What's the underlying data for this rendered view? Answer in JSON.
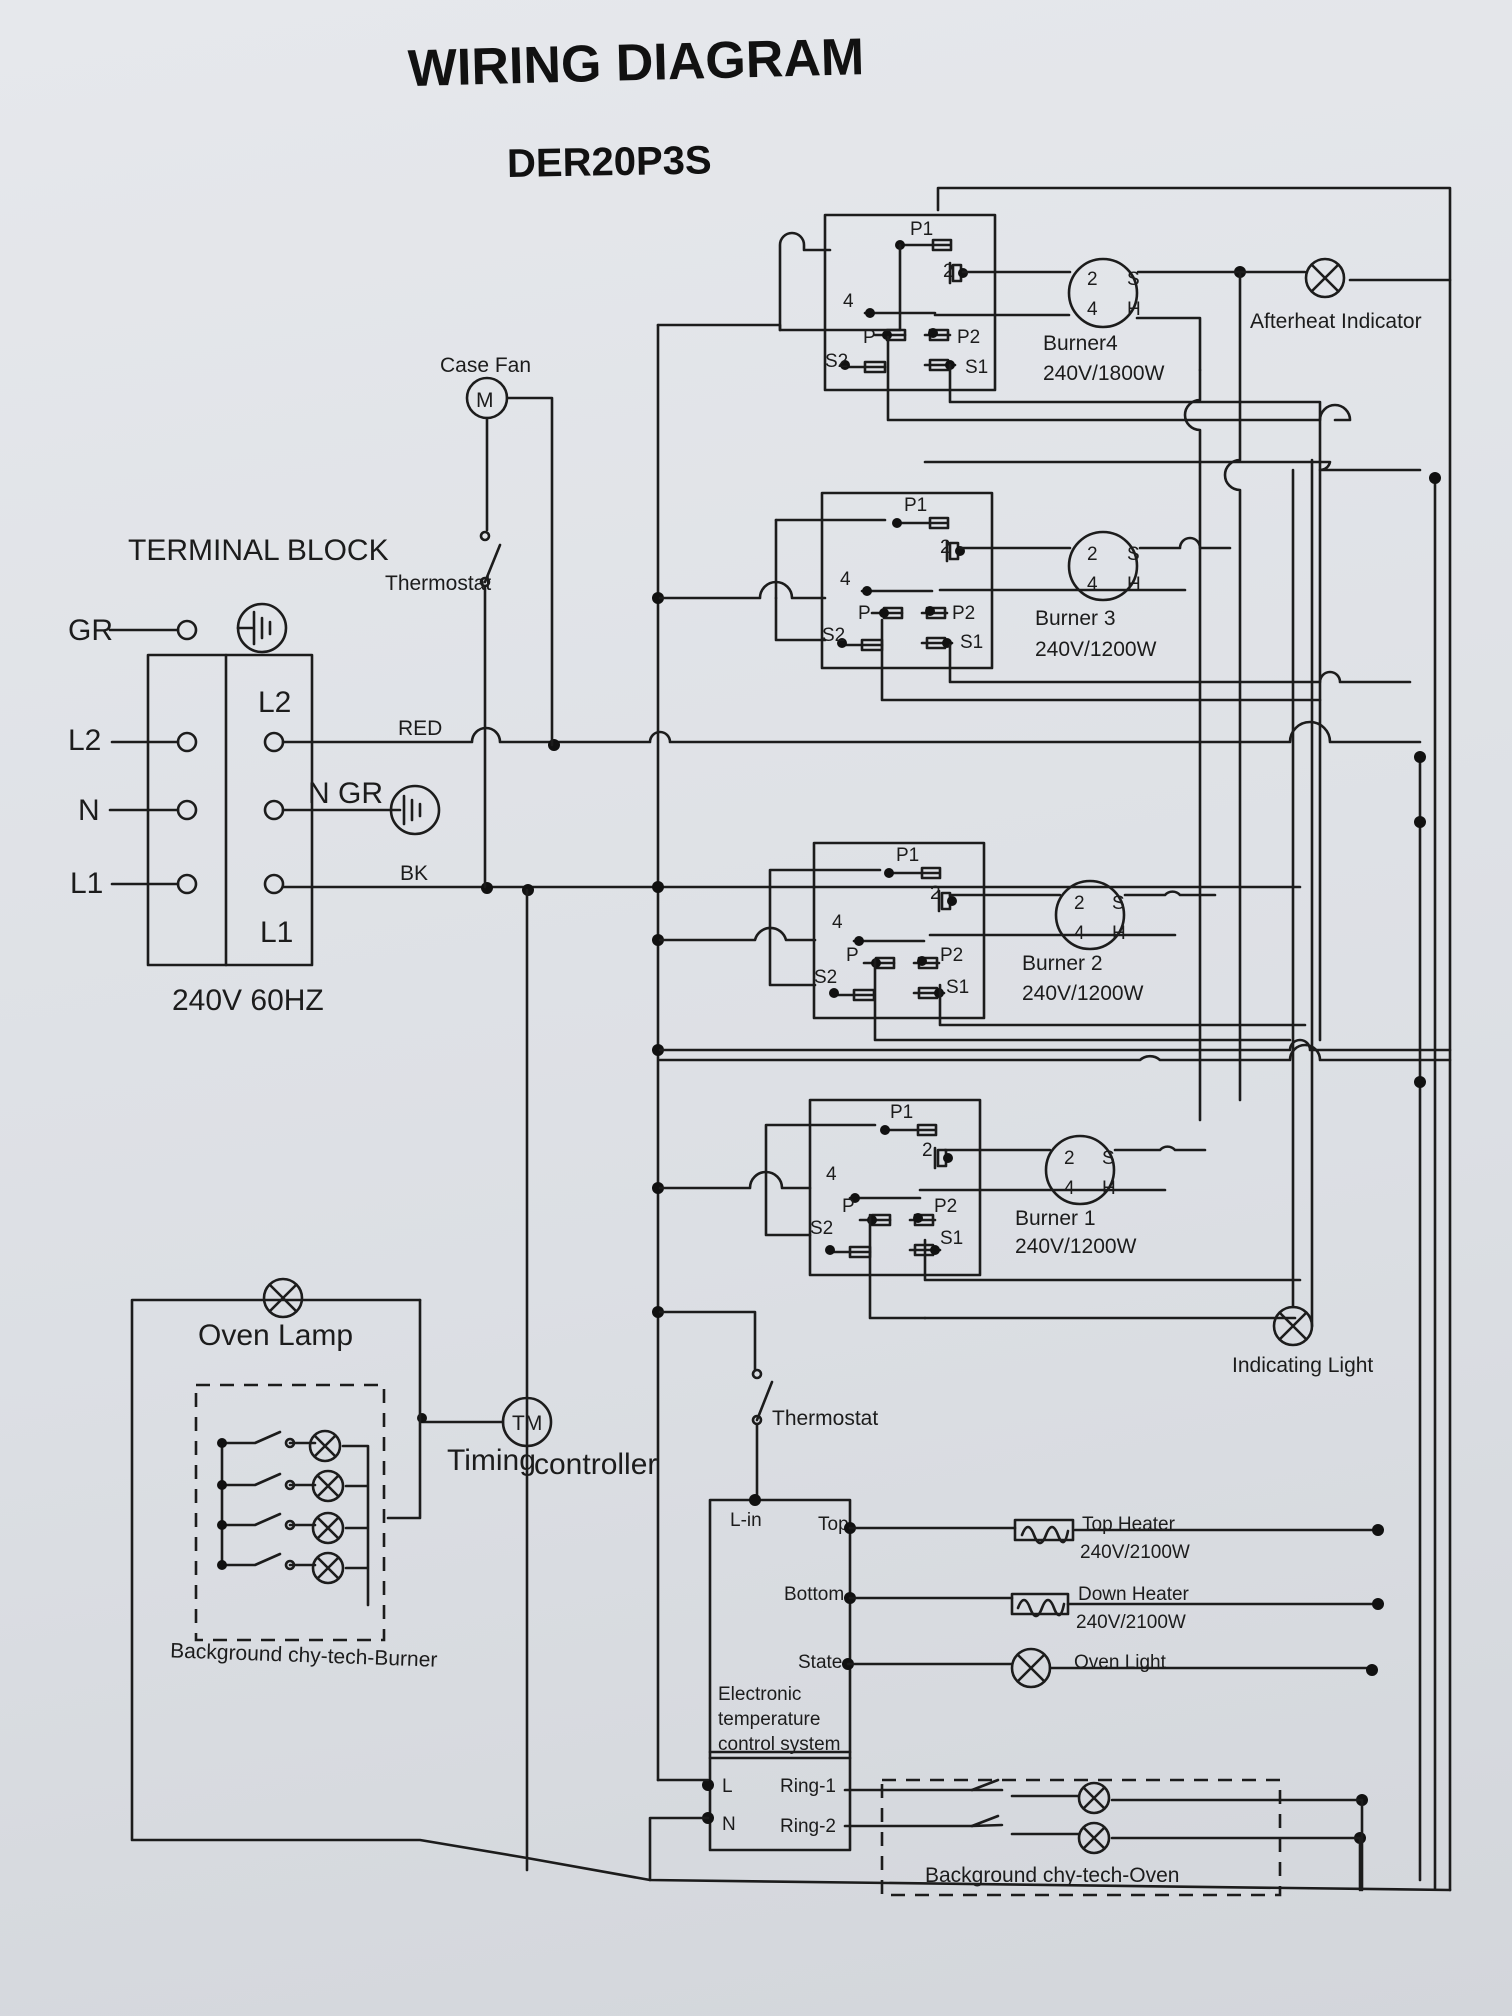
{
  "title": "WIRING DIAGRAM",
  "model": "DER20P3S",
  "terminal_block": {
    "heading": "TERMINAL BLOCK",
    "left": [
      "GR",
      "L2",
      "N",
      "L1"
    ],
    "right_l2": "L2",
    "right_n_gr": "N GR",
    "right_l1": "L1",
    "supply": "240V 60HZ",
    "wire_red": "RED",
    "wire_bk": "BK"
  },
  "case_fan": {
    "label": "Case Fan",
    "symbol": "M"
  },
  "thermostat_top": "Thermostat",
  "thermostat_oven": "Thermostat",
  "burner_switch_pins": {
    "p1": "P1",
    "p2": "P2",
    "p": "P",
    "s1": "S1",
    "s2": "S2",
    "n2": "2",
    "n4": "4"
  },
  "burner_pins": {
    "n2": "2",
    "s": "S",
    "n4": "4",
    "h": "H"
  },
  "burners": [
    {
      "name": "Burner4",
      "rating": "240V/1800W"
    },
    {
      "name": "Burner 3",
      "rating": "240V/1200W"
    },
    {
      "name": "Burner 2",
      "rating": "240V/1200W"
    },
    {
      "name": "Burner 1",
      "rating": "240V/1200W"
    }
  ],
  "afterheat_indicator": "Afterheat Indicator",
  "indicating_light": "Indicating Light",
  "oven_lamp": "Oven Lamp",
  "timing_controller": {
    "label_a": "Timing",
    "label_b": "controller",
    "symbol": "TM"
  },
  "background_burner": "Background chy-tech-Burner",
  "etc": {
    "l_in": "L-in",
    "top": "Top",
    "bottom": "Bottom",
    "state": "State",
    "name_1": "Electronic",
    "name_2": "temperature",
    "name_3": "control system",
    "l": "L",
    "n": "N",
    "ring1": "Ring-1",
    "ring2": "Ring-2"
  },
  "heaters": {
    "top_name": "Top Heater",
    "top_rating": "240V/2100W",
    "down_name": "Down Heater",
    "down_rating": "240V/2100W",
    "oven_light": "Oven Light"
  },
  "background_oven": "Background chy-tech-Oven"
}
